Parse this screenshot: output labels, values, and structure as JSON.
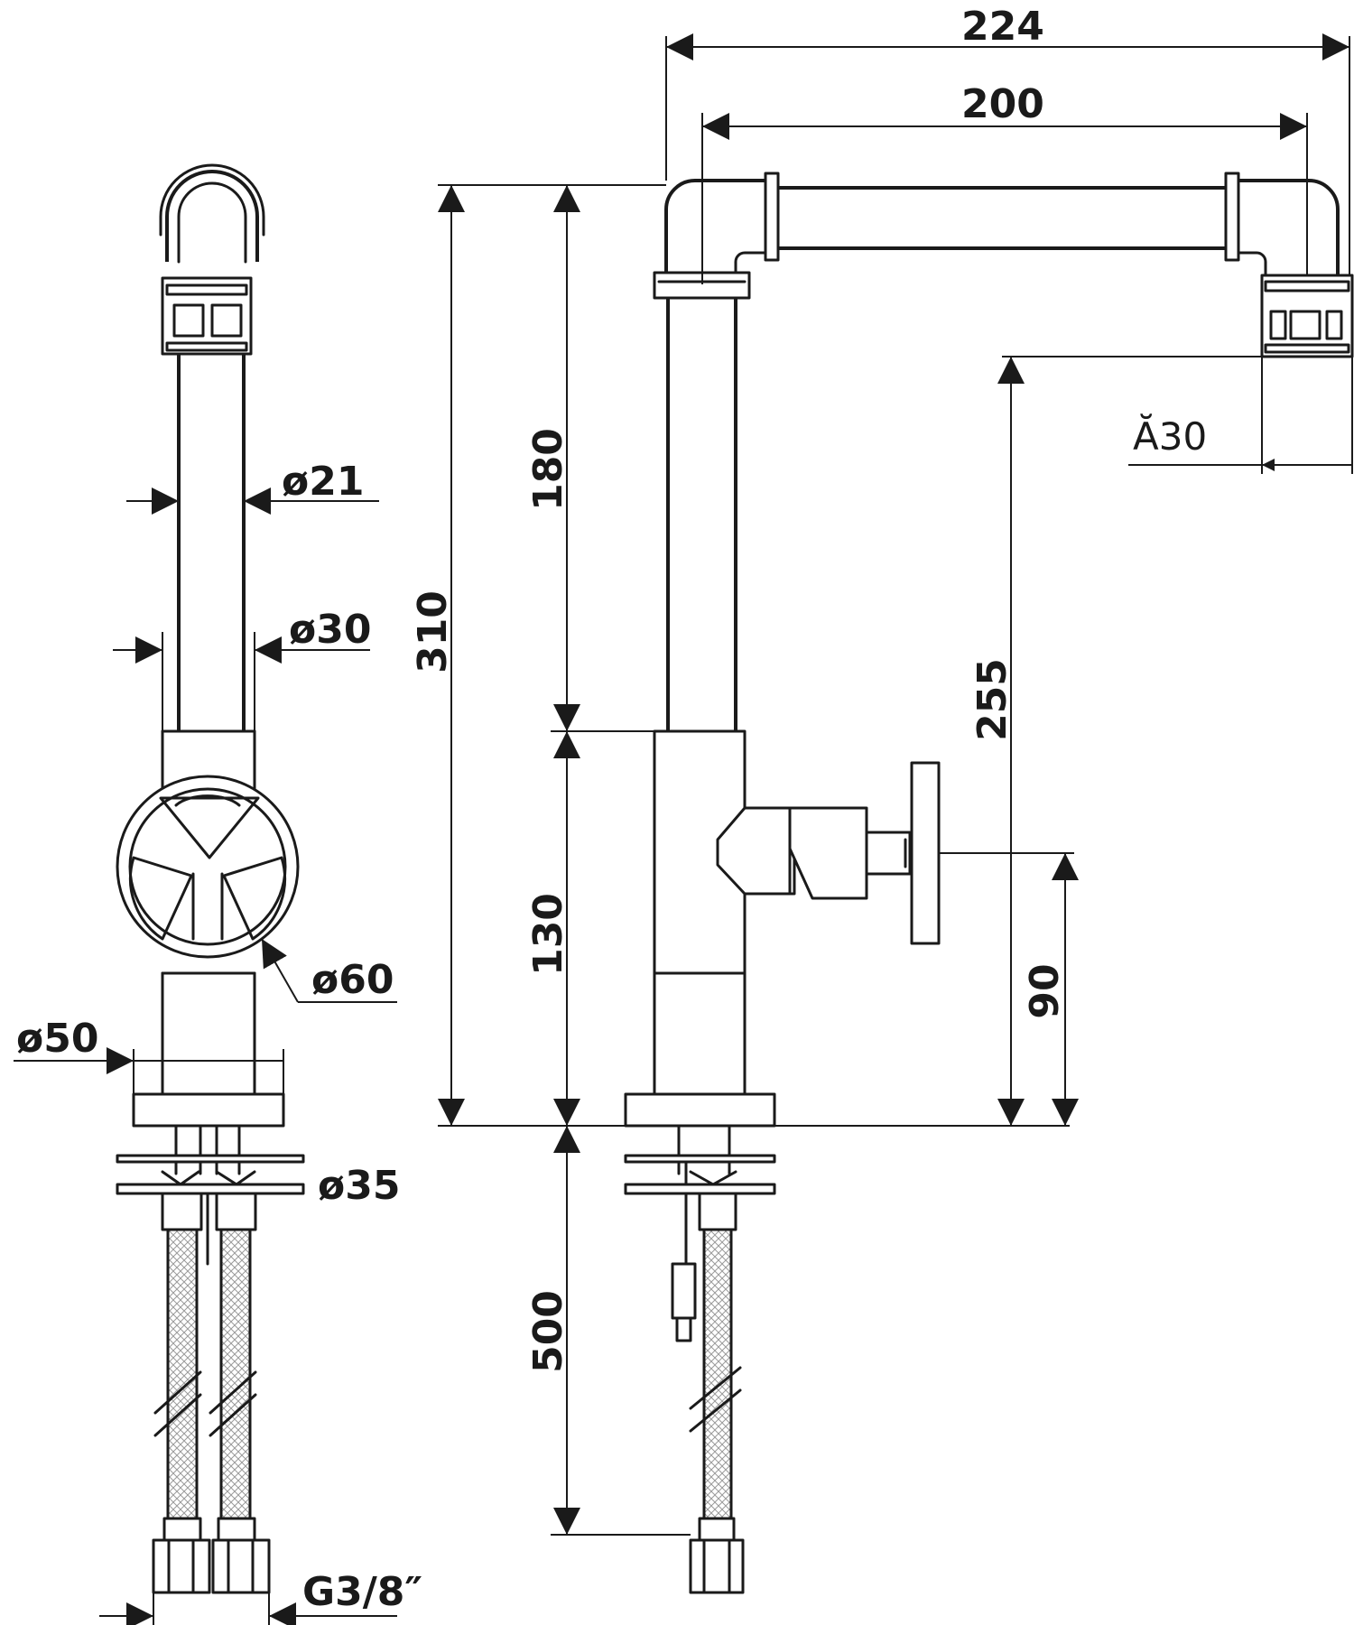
{
  "dimensions": {
    "overall_width": "224",
    "spout_reach": "200",
    "outlet_diameter": "Ă30",
    "total_height": "310",
    "upper_height": "180",
    "lower_height": "130",
    "spout_height": "255",
    "handle_height": "90",
    "hose_length": "500",
    "tube_diameter_inner": "ø21",
    "tube_diameter_outer": "ø30",
    "handle_wheel_diameter": "ø60",
    "base_diameter": "ø50",
    "mounting_shank_diameter": "ø35",
    "connection_thread": "G3/8″"
  },
  "colors": {
    "line": "#1a1a1a",
    "background": "#ffffff"
  }
}
